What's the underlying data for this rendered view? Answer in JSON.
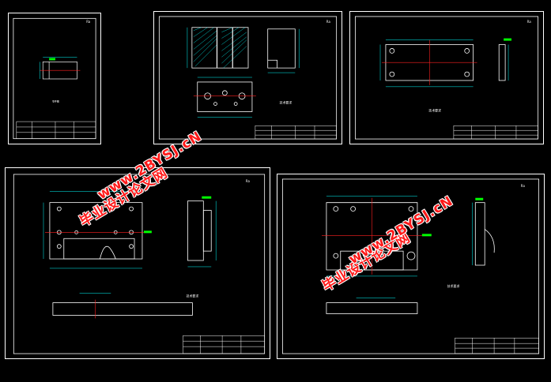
{
  "watermark": {
    "cn_label": "毕业设计论文网",
    "site_label": "www.2BYSJ.cN",
    "color": "#ff1a1a"
  },
  "drawing": {
    "background": "#000000",
    "line_color": "#ffffff",
    "dim_color": "#00ffff",
    "center_color": "#ff2020",
    "accent_green": "#00ff00",
    "sheet_count": 5
  }
}
